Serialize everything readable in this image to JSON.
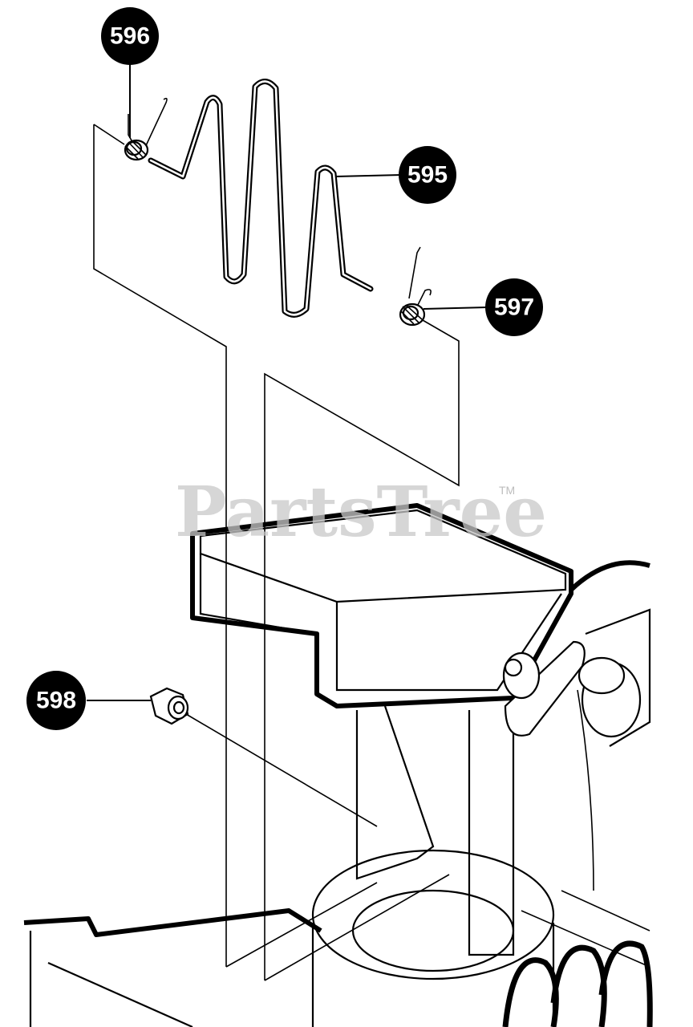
{
  "diagram": {
    "watermark": "PartsTree",
    "watermark_mark": "TM",
    "callouts": [
      {
        "id": "596",
        "label": "596"
      },
      {
        "id": "595",
        "label": "595"
      },
      {
        "id": "597",
        "label": "597"
      },
      {
        "id": "598",
        "label": "598"
      }
    ]
  },
  "colors": {
    "line": "#000000",
    "watermark": "#c9c9c9",
    "callout_fill": "#000000",
    "callout_text": "#ffffff"
  }
}
